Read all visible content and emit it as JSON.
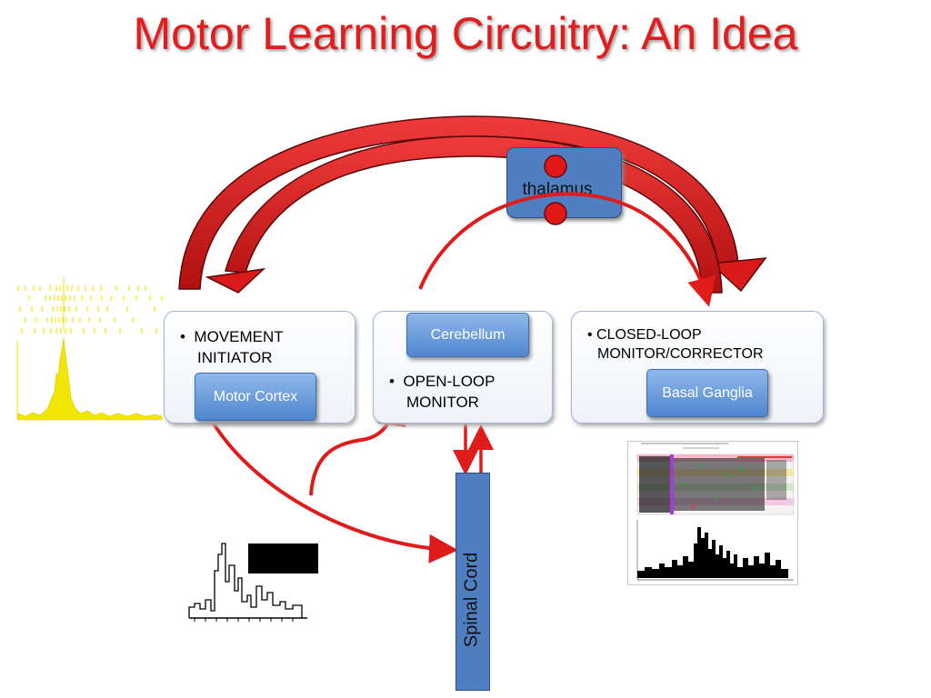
{
  "title": "Motor Learning Circuitry: An Idea",
  "thalamus": {
    "label": "thalamus"
  },
  "spinal_cord": {
    "label": "Spinal Cord"
  },
  "panels": {
    "left": {
      "bullet": [
        "MOVEMENT",
        "INITIATOR"
      ],
      "button": "Motor Cortex"
    },
    "middle": {
      "button": "Cerebellum",
      "bullet": [
        "OPEN-LOOP",
        "MONITOR"
      ]
    },
    "right": {
      "bullet": [
        "CLOSED-LOOP",
        "MONITOR/CORRECTOR"
      ],
      "button": "Basal Ganglia"
    }
  },
  "colors": {
    "title": "#e31d1d",
    "arrow": "#e01b1b",
    "node_blue": "#4f7ec1",
    "histogram_yellow": "#f2e600"
  }
}
